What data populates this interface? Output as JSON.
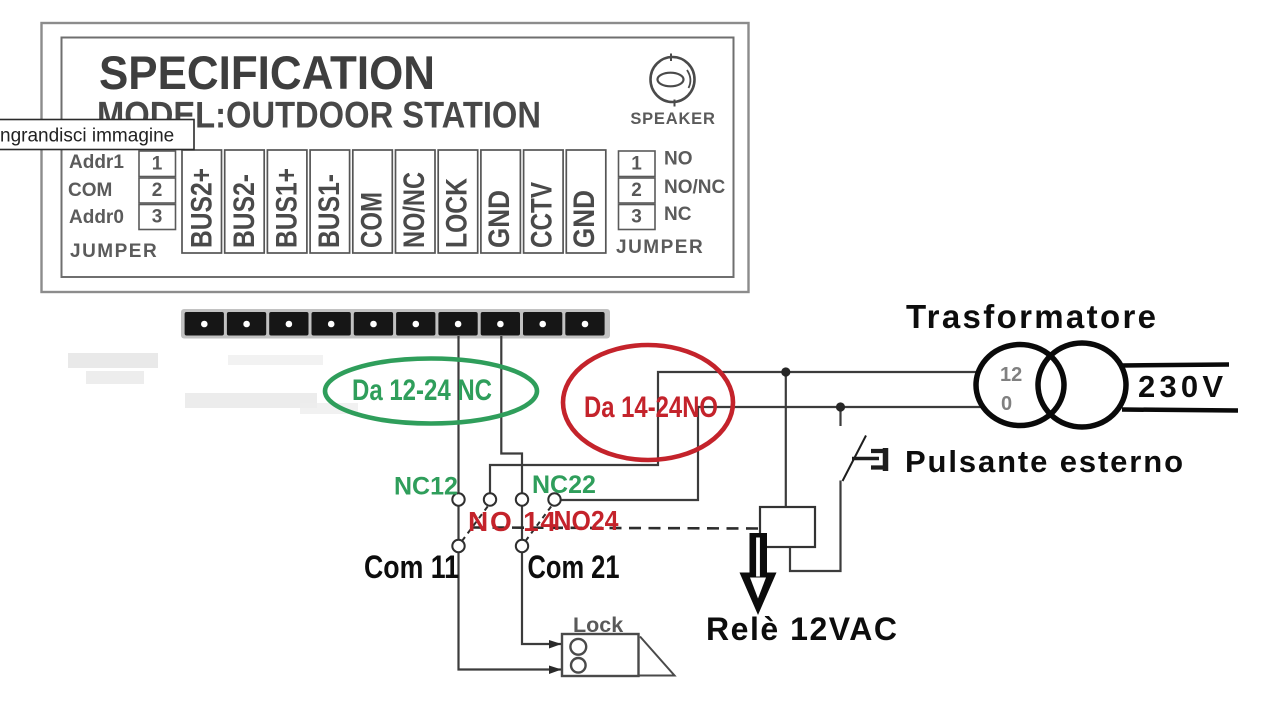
{
  "colors": {
    "green": "#2f9e5b",
    "red": "#c4232b",
    "wire": "#3c3c3c",
    "black": "#111111",
    "box_outer": "#8c8c8c",
    "box_inner": "#6f6f6f"
  },
  "spec_box": {
    "title": "SPECIFICATION",
    "model": "MODEL:OUTDOOR STATION",
    "speaker_label": "SPEAKER",
    "left_jumper": {
      "rows": [
        {
          "label": "Addr1",
          "pin": "1"
        },
        {
          "label": "COM",
          "pin": "2"
        },
        {
          "label": "Addr0",
          "pin": "3"
        }
      ],
      "caption": "JUMPER"
    },
    "terminals": [
      "BUS2+",
      "BUS2-",
      "BUS1+",
      "BUS1-",
      "COM",
      "NO/NC",
      "LOCK",
      "GND",
      "CCTV",
      "GND"
    ],
    "right_jumper": {
      "rows": [
        {
          "pin": "1",
          "label": "NO"
        },
        {
          "pin": "2",
          "label": "NO/NC"
        },
        {
          "pin": "3",
          "label": "NC"
        }
      ],
      "caption": "JUMPER"
    }
  },
  "tooltip": {
    "text": "ngrandisci immagine"
  },
  "annotations": {
    "nc_range": "Da 12-24 NC",
    "no_range": "Da 14-24NO",
    "nc12": "NC12",
    "nc22": "NC22",
    "no14": "NO 14",
    "no24": "NO24",
    "com11": "Com 11",
    "com21": "Com 21",
    "transformer": "Trasformatore",
    "mains": "230V",
    "tap_12": "12",
    "tap_0": "0",
    "button": "Pulsante esterno",
    "relay": "Relè 12VAC",
    "lock": "Lock"
  }
}
